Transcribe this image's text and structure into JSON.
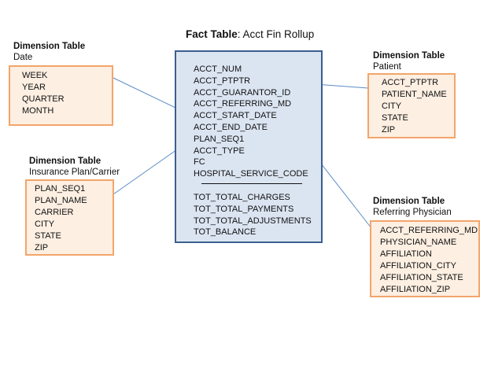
{
  "fact": {
    "title_bold": "Fact Table",
    "title_rest": ": Acct Fin Rollup",
    "fields": [
      "ACCT_NUM",
      "ACCT_PTPTR",
      "ACCT_GUARANTOR_ID",
      "ACCT_REFERRING_MD",
      "ACCT_START_DATE",
      "ACCT_END_DATE",
      "PLAN_SEQ1",
      "ACCT_TYPE",
      "FC",
      "HOSPITAL_SERVICE_CODE"
    ],
    "measures": [
      "TOT_TOTAL_CHARGES",
      "TOT_TOTAL_PAYMENTS",
      "TOT_TOTAL_ADJUSTMENTS",
      "TOT_BALANCE"
    ]
  },
  "dimensions": {
    "date": {
      "heading": "Dimension Table",
      "name": "Date",
      "fields": [
        "WEEK",
        "YEAR",
        "QUARTER",
        "MONTH"
      ]
    },
    "insurance": {
      "heading": "Dimension Table",
      "name": "Insurance Plan/Carrier",
      "fields": [
        "PLAN_SEQ1",
        "PLAN_NAME",
        "CARRIER",
        "CITY",
        "STATE",
        "ZIP"
      ]
    },
    "patient": {
      "heading": "Dimension Table",
      "name": "Patient",
      "fields": [
        "ACCT_PTPTR",
        "PATIENT_NAME",
        "CITY",
        "STATE",
        "ZIP"
      ]
    },
    "physician": {
      "heading": "Dimension Table",
      "name": "Referring Physician",
      "fields": [
        "ACCT_REFERRING_MD",
        "PHYSICIAN_NAME",
        "AFFILIATION",
        "AFFILIATION_CITY",
        "AFFILIATION_STATE",
        "AFFILIATION_ZIP"
      ]
    }
  },
  "colors": {
    "fact_border": "#3b5f8e",
    "fact_fill": "#dbe5f2",
    "dim_border": "#f2a56b",
    "dim_fill": "#fdefe2",
    "link_line": "#5b8cc6"
  }
}
